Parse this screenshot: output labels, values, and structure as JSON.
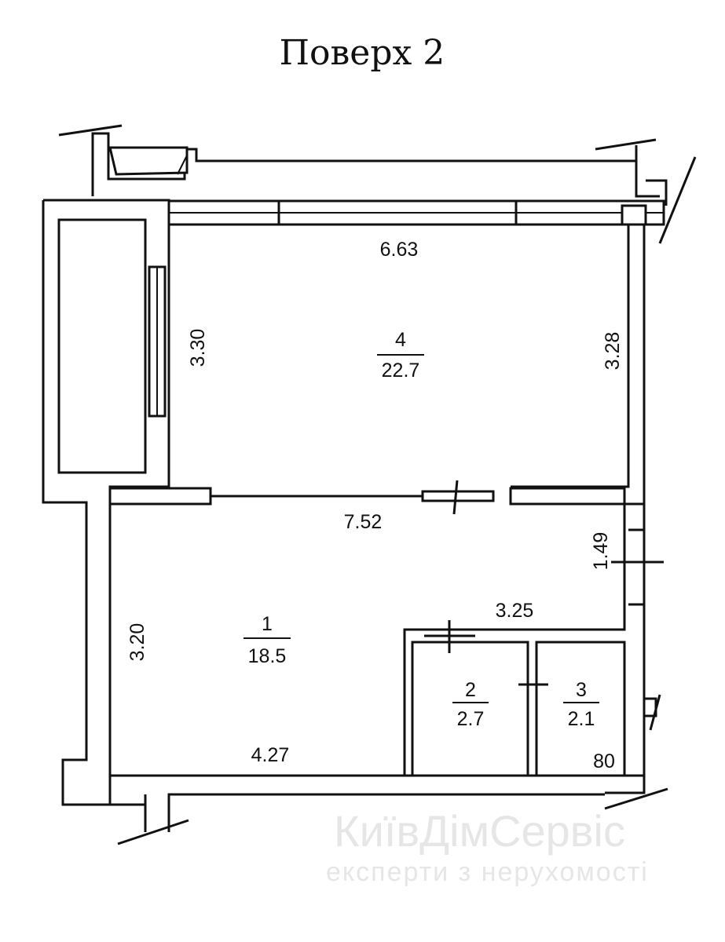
{
  "title": "Поверх 2",
  "rooms": [
    {
      "number": "4",
      "area": "22.7"
    },
    {
      "number": "1",
      "area": "18.5"
    },
    {
      "number": "2",
      "area": "2.7"
    },
    {
      "number": "3",
      "area": "2.1"
    }
  ],
  "dimensions": {
    "room4_top": "6.63",
    "room4_left": "3.30",
    "room4_right": "3.28",
    "room1_top": "7.52",
    "room1_right": "1.49",
    "room1_notch": "3.25",
    "room1_left": "3.20",
    "room1_bottom": "4.27",
    "room3_bottom": "80"
  },
  "watermark": {
    "brand": "КиївДімСервіс",
    "tagline": "експерти з нерухомості"
  }
}
